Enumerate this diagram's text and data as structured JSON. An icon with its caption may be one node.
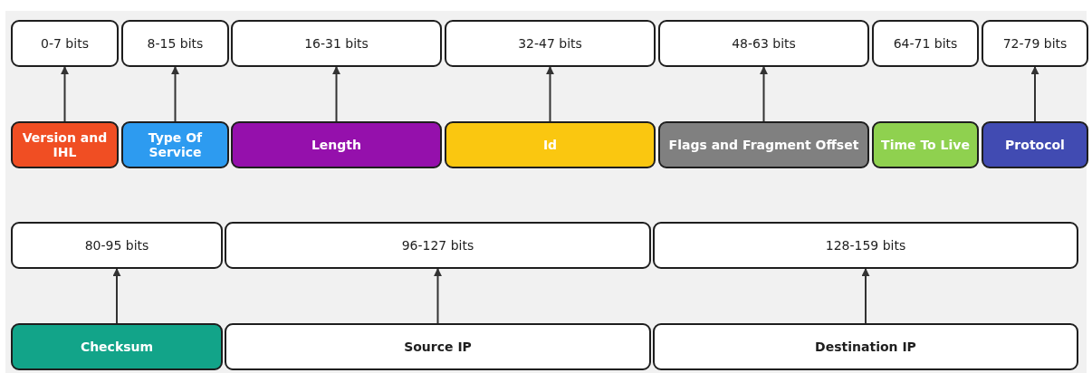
{
  "diagram": {
    "nodes": [
      {
        "text": [
          "0-7 bits"
        ]
      },
      {
        "text": [
          "8-15 bits"
        ]
      },
      {
        "text": [
          "16-31 bits"
        ]
      },
      {
        "text": [
          "32-47 bits"
        ]
      },
      {
        "text": [
          "48-63 bits"
        ]
      },
      {
        "text": [
          "64-71 bits"
        ]
      },
      {
        "text": [
          "72-79 bits"
        ]
      },
      {
        "text": [
          "Version and IHL"
        ]
      },
      {
        "text": [
          "Type Of Service"
        ]
      },
      {
        "text": [
          "Length"
        ]
      },
      {
        "text": [
          "Id"
        ]
      },
      {
        "text": [
          "Flags and Fragment Offset"
        ]
      },
      {
        "text": [
          "Time To Live"
        ]
      },
      {
        "text": [
          "Protocol"
        ]
      },
      {
        "text": [
          "80-95 bits"
        ]
      },
      {
        "text": [
          "96-127 bits"
        ]
      },
      {
        "text": [
          "128-159 bits"
        ]
      },
      {
        "text": [
          "Checksum"
        ]
      },
      {
        "text": [
          "Source IP"
        ]
      },
      {
        "text": [
          "Destination IP"
        ]
      }
    ],
    "edges": [
      {
        "from": 7,
        "to": 0,
        "arrow": "to"
      },
      {
        "from": 8,
        "to": 1,
        "arrow": "to"
      },
      {
        "from": 9,
        "to": 2,
        "arrow": "to"
      },
      {
        "from": 10,
        "to": 3,
        "arrow": "to"
      },
      {
        "from": 11,
        "to": 4,
        "arrow": "to"
      },
      {
        "from": 13,
        "to": 6,
        "arrow": "to"
      },
      {
        "from": 17,
        "to": 14,
        "arrow": "to"
      },
      {
        "from": 18,
        "to": 15,
        "arrow": "to"
      },
      {
        "from": 19,
        "to": 16,
        "arrow": "to"
      }
    ]
  }
}
